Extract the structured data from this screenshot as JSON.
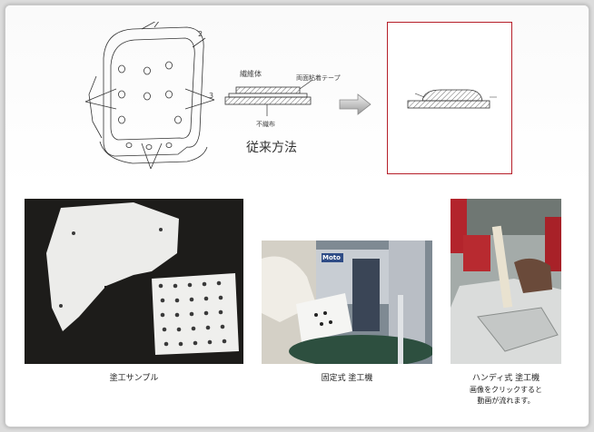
{
  "diagram": {
    "drawing_number_2": "2",
    "drawing_number_3": "3",
    "section_label_top": "繊維体",
    "section_label_tape": "両面粘着テープ",
    "section_label_bottom": "不織布",
    "conventional_method": "従来方法"
  },
  "samples": [
    {
      "caption": "塗工サンプル"
    },
    {
      "caption": "固定式 塗工機",
      "machine_label": "Moto"
    },
    {
      "caption": "ハンディ式 塗工機",
      "note_line1": "画像をクリックすると",
      "note_line2": "動画が流れます。"
    }
  ]
}
